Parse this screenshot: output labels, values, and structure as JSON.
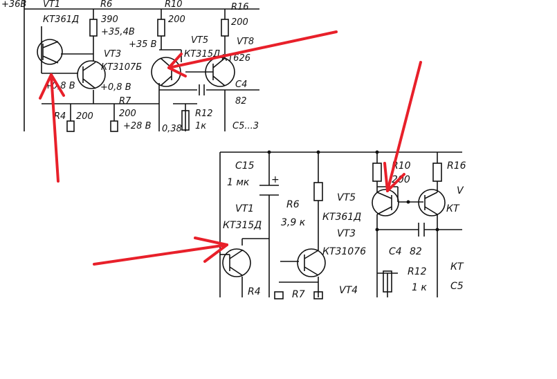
{
  "colors": {
    "ink": "#111111",
    "paper": "#ffffff",
    "arrow": "#e8202a"
  },
  "top": {
    "v36": "+36В",
    "vt1": "VT1",
    "kt361d": "КТ361Д",
    "r6": "R6",
    "v390": "390",
    "v354": "+35,4В",
    "v35": "+35 В",
    "r10": "R10",
    "v200a": "200",
    "r16": "R16",
    "v200b": "200",
    "vt3": "VT3",
    "kt3107b": "КТ3107Б",
    "vt5": "VT5",
    "vt8": "VT8",
    "kt315d": "КТ315Д",
    "kt626": "КТ626",
    "v08a": "+0,8 В",
    "v08b": "+0,8 В",
    "c4": "C4",
    "v82": "82",
    "r4": "R4",
    "v200c": "200",
    "r7": "R7",
    "v200d": "200",
    "v28": "+28 В",
    "r12": "R12",
    "v1k": "1к",
    "c5": "C5...3",
    "v38": "0,38"
  },
  "bottom": {
    "c15": "C15",
    "v1mk": "1 мк",
    "vt1": "VT1",
    "kt315d": "КТ315Д",
    "r6": "R6",
    "v39k": "3,9 к",
    "vt5": "VT5",
    "kt361d": "КТ361Д",
    "vt3": "VT3",
    "kt3107b": "КТ31076",
    "r10": "R10",
    "v200": "200",
    "r16": "R16",
    "vlabel": "V",
    "kt": "КТ",
    "c4": "C4",
    "v82": "82",
    "r12": "R12",
    "v1k": "1 к",
    "c5": "C5",
    "kt2": "КТ",
    "r4": "R4",
    "r7": "R7",
    "vt4": "VT4",
    "plus": "+"
  }
}
